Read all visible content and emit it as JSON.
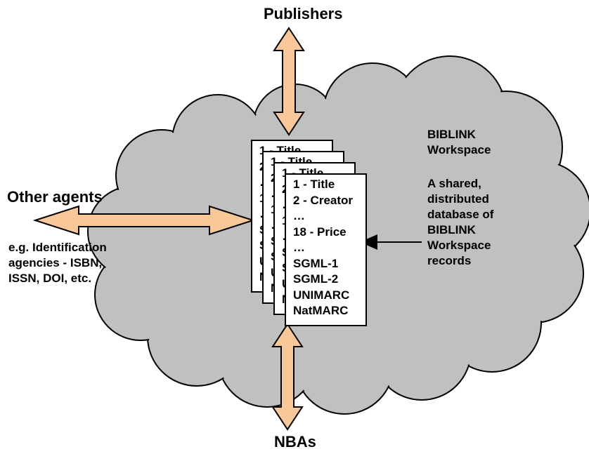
{
  "labels": {
    "publishers": "Publishers",
    "nbas": "NBAs",
    "other_agents": "Other agents",
    "agents_examples": [
      "e.g. Identification",
      "agencies - ISBN,",
      "ISSN, DOI, etc."
    ],
    "workspace_title": [
      "BIBLINK",
      "Workspace"
    ],
    "workspace_desc": [
      "A shared,",
      "distributed",
      "database of",
      "BIBLINK",
      "Workspace",
      "records"
    ]
  },
  "record": {
    "fields": [
      "1 - Title",
      "2 - Creator",
      "…",
      "18 - Price",
      "…",
      "SGML-1",
      "SGML-2",
      "UNIMARC",
      "NatMARC"
    ],
    "stack_count": 4
  },
  "colors": {
    "cloud": "#c0c0c0",
    "arrow": "#f8c898",
    "outline": "#000000"
  }
}
